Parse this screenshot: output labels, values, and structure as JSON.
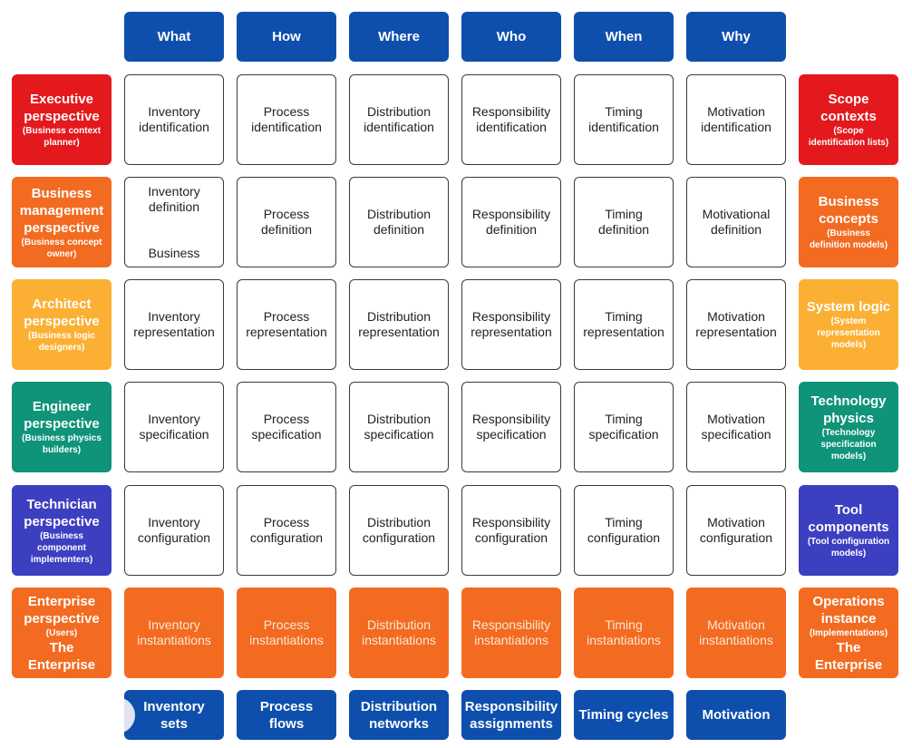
{
  "columns": [
    {
      "label": "What",
      "footer": "Inventory\nsets"
    },
    {
      "label": "How",
      "footer": "Process\nflows"
    },
    {
      "label": "Where",
      "footer": "Distribution\nnetworks"
    },
    {
      "label": "Who",
      "footer": "Responsibility\nassignments"
    },
    {
      "label": "When",
      "footer": "Timing cycles"
    },
    {
      "label": "Why",
      "footer": "Motivation"
    }
  ],
  "rows": [
    {
      "left": {
        "title": "Executive\nperspective",
        "subtitle": "(Business context\nplanner)",
        "bottom": "",
        "color": "#e3191e"
      },
      "right": {
        "title": "Scope\ncontexts",
        "subtitle": "(Scope\nidentification lists)",
        "bottom": "",
        "color": "#e3191e"
      },
      "cells": [
        "Inventory\nidentification",
        "Process\nidentification",
        "Distribution\nidentification",
        "Responsibility\nidentification",
        "Timing\nidentification",
        "Motivation\nidentification"
      ]
    },
    {
      "left": {
        "title": "Business\nmanagement\nperspective",
        "subtitle": "(Business concept\nowner)",
        "bottom": "",
        "color": "#f26b21"
      },
      "right": {
        "title": "Business\nconcepts",
        "subtitle": "(Business\ndefinition models)",
        "bottom": "",
        "color": "#f26b21"
      },
      "cells": [
        "Inventory\ndefinition\n\nBusiness",
        "Process\ndefinition",
        "Distribution\ndefinition",
        "Responsibility\ndefinition",
        "Timing definition",
        "Motivational\ndefinition"
      ]
    },
    {
      "left": {
        "title": "Architect\nperspective",
        "subtitle": "(Business logic\ndesigners)",
        "bottom": "",
        "color": "#fbb034"
      },
      "right": {
        "title": "System logic",
        "subtitle": "(System\nrepresentation\nmodels)",
        "bottom": "",
        "color": "#fbb034"
      },
      "cells": [
        "Inventory\nrepresentation",
        "Process\nrepresentation",
        "Distribution\nrepresentation",
        "Responsibility\nrepresentation",
        "Timing\nrepresentation",
        "Motivation\nrepresentation"
      ]
    },
    {
      "left": {
        "title": "Engineer\nperspective",
        "subtitle": "(Business physics\nbuilders)",
        "bottom": "",
        "color": "#0f9379"
      },
      "right": {
        "title": "Technology\nphysics",
        "subtitle": "(Technology\nspecification\nmodels)",
        "bottom": "",
        "color": "#0f9379"
      },
      "cells": [
        "Inventory\nspecification",
        "Process\nspecification",
        "Distribution\nspecification",
        "Responsibility\nspecification",
        "Timing\nspecification",
        "Motivation\nspecification"
      ]
    },
    {
      "left": {
        "title": "Technician\nperspective",
        "subtitle": "(Business\ncomponent\nimplementers)",
        "bottom": "",
        "color": "#3d3fc1"
      },
      "right": {
        "title": "Tool\ncomponents",
        "subtitle": "(Tool configuration\nmodels)",
        "bottom": "",
        "color": "#3d3fc1"
      },
      "cells": [
        "Inventory\nconfiguration",
        "Process\nconfiguration",
        "Distribution\nconfiguration",
        "Responsibility\nconfiguration",
        "Timing\nconfiguration",
        "Motivation\nconfiguration"
      ]
    },
    {
      "left": {
        "title": "Enterprise\nperspective",
        "subtitle": "(Users)",
        "bottom": "The\nEnterprise",
        "color": "#f26b21"
      },
      "right": {
        "title": "Operations\ninstance",
        "subtitle": "(Implementations)",
        "bottom": "The\nEnterprise",
        "color": "#f26b21"
      },
      "cells": [
        "Inventory\ninstantiations",
        "Process\ninstantiations",
        "Distribution\ninstantiations",
        "Responsibility\ninstantiations",
        "Timing\ninstantiations",
        "Motivation\ninstantiations"
      ]
    }
  ]
}
